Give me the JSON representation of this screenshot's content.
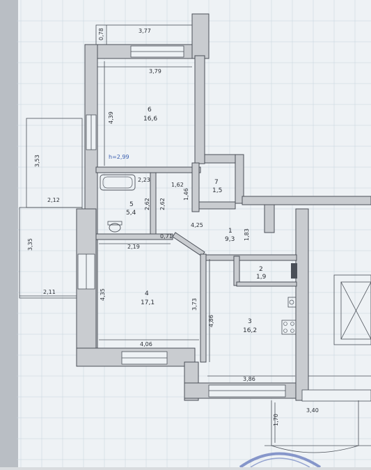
{
  "colors": {
    "paper": "#eef2f5",
    "grid": "#c6d2dc",
    "wall": "#c9ccd0",
    "line": "#4a4f57",
    "ink": "#2b2f36",
    "highlight": "#3a5fb0",
    "stamp": "#5a6fb8"
  },
  "icons": [
    "bathtub-icon",
    "toilet-icon",
    "sink-icon",
    "stove-icon"
  ],
  "rooms": [
    {
      "number": "6",
      "area": "16,6"
    },
    {
      "number": "7",
      "area": "1,5"
    },
    {
      "number": "5",
      "area": "5,4"
    },
    {
      "number": "1",
      "area": "9,3"
    },
    {
      "number": "2",
      "area": "1,9"
    },
    {
      "number": "4",
      "area": "17,1"
    },
    {
      "number": "3",
      "area": "16,2"
    }
  ],
  "dimensions": [
    "0,78",
    "3,77",
    "3,79",
    "4,39",
    "3,53",
    "2,12",
    "3,35",
    "2,11",
    "2,23",
    "1,62",
    "2,62",
    "2,62",
    "1,46",
    "0,71",
    "4,25",
    "1,83",
    "2,19",
    "4,35",
    "3,73",
    "4,86",
    "4,06",
    "3,86",
    "3,40",
    "1,70"
  ],
  "ceiling_height": "h=2,99"
}
